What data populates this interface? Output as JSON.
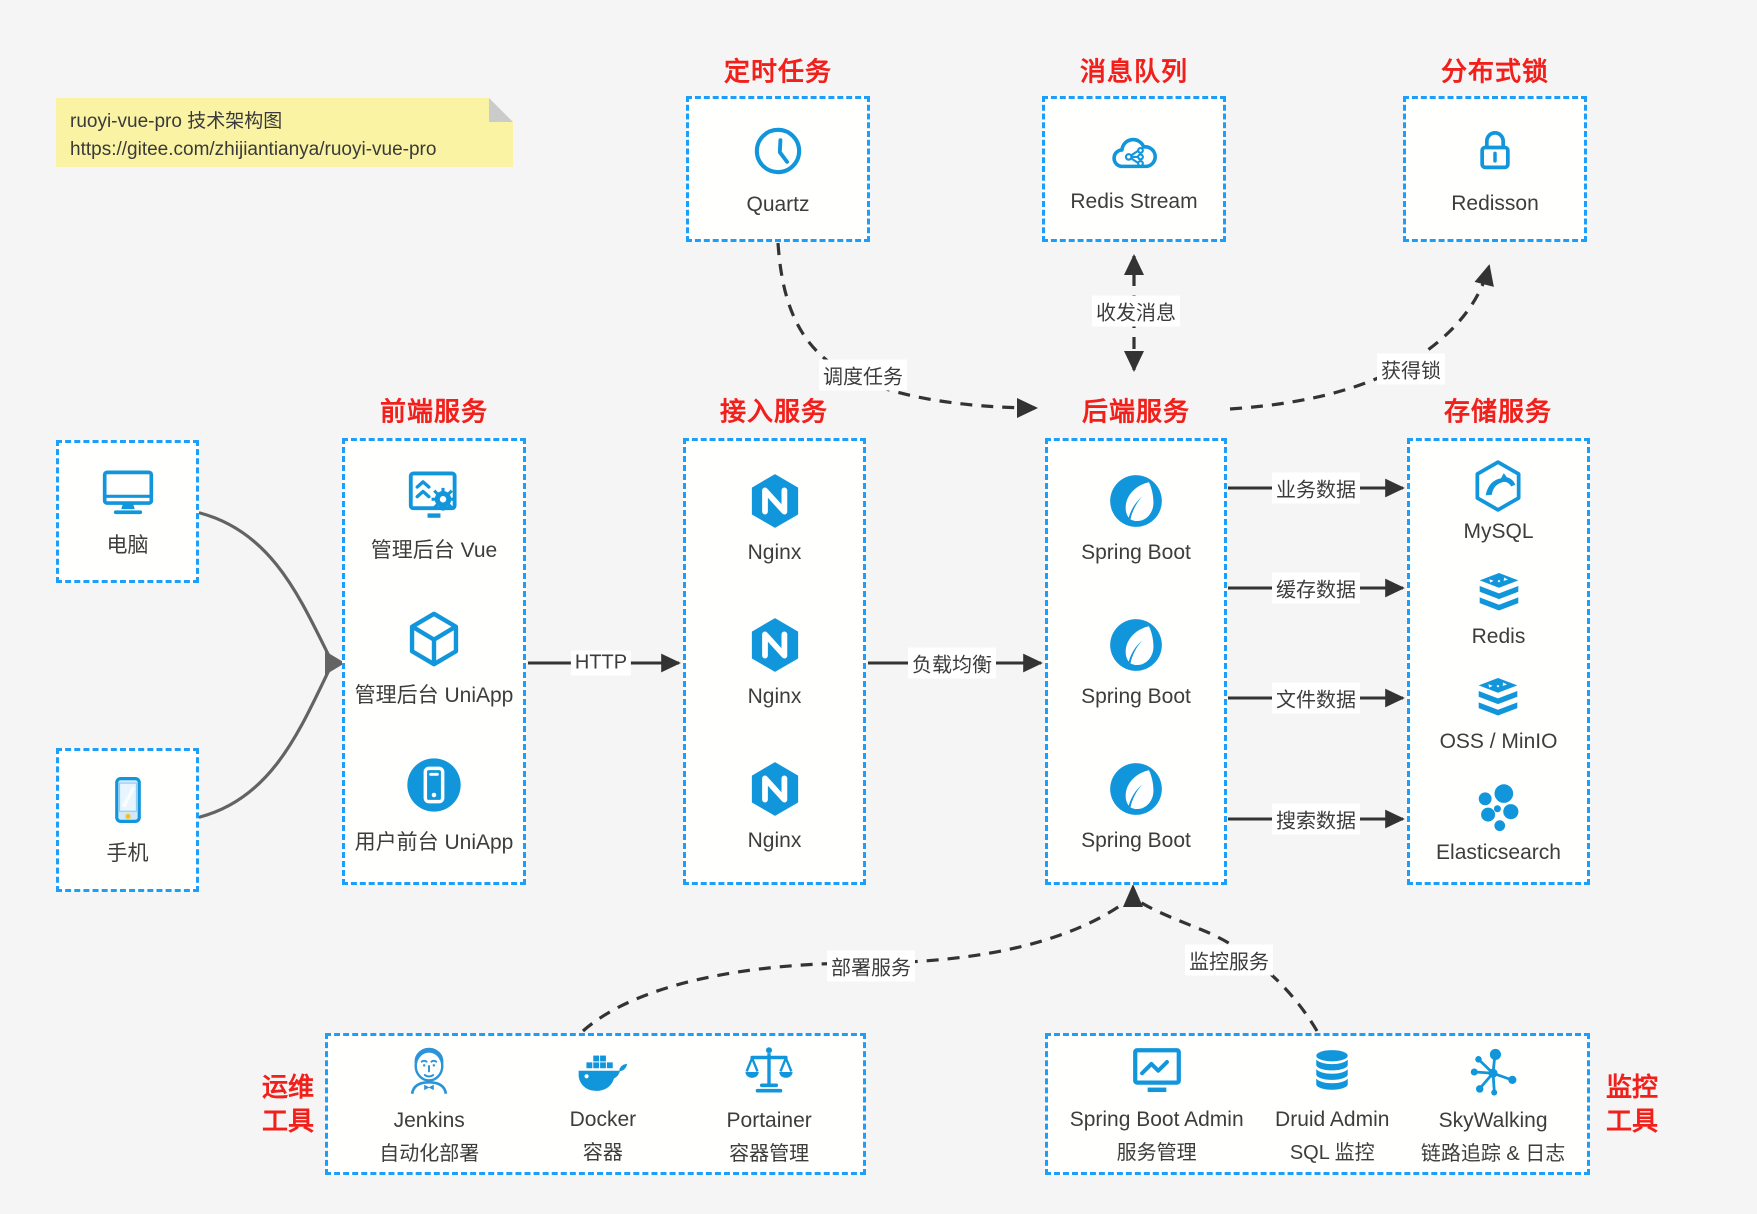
{
  "title_note": {
    "line1": "ruoyi-vue-pro 技术架构图",
    "line2": "https://gitee.com/zhijiantianya/ruoyi-vue-pro"
  },
  "colors": {
    "background": "#f5f5f6",
    "node_border_blue": "#1b9ffb",
    "icon_blue": "#1296db",
    "title_red": "#f1201b",
    "note_yellow": "#faf3a4",
    "edge_dark": "#333333",
    "edge_gray": "#636363"
  },
  "top_groups": [
    {
      "title": "定时任务",
      "item": {
        "icon": "clock-icon",
        "label": "Quartz"
      }
    },
    {
      "title": "消息队列",
      "item": {
        "icon": "cloud-stream-icon",
        "label": "Redis Stream"
      }
    },
    {
      "title": "分布式锁",
      "item": {
        "icon": "padlock-icon",
        "label": "Redisson"
      }
    }
  ],
  "clients": [
    {
      "icon": "computer-icon",
      "label": "电脑"
    },
    {
      "icon": "phone-icon",
      "label": "手机"
    }
  ],
  "columns": [
    {
      "title": "前端服务",
      "items": [
        {
          "icon": "admin-vue-icon",
          "label": "管理后台 Vue"
        },
        {
          "icon": "cube-icon",
          "label": "管理后台 UniApp"
        },
        {
          "icon": "user-app-icon",
          "label": "用户前台 UniApp"
        }
      ]
    },
    {
      "title": "接入服务",
      "items": [
        {
          "icon": "nginx-icon",
          "label": "Nginx"
        },
        {
          "icon": "nginx-icon",
          "label": "Nginx"
        },
        {
          "icon": "nginx-icon",
          "label": "Nginx"
        }
      ]
    },
    {
      "title": "后端服务",
      "items": [
        {
          "icon": "springboot-icon",
          "label": "Spring Boot"
        },
        {
          "icon": "springboot-icon",
          "label": "Spring Boot"
        },
        {
          "icon": "springboot-icon",
          "label": "Spring Boot"
        }
      ]
    },
    {
      "title": "存储服务",
      "items": [
        {
          "icon": "mysql-icon",
          "label": "MySQL"
        },
        {
          "icon": "layers-icon",
          "label": "Redis"
        },
        {
          "icon": "layers-icon",
          "label": "OSS / MinIO"
        },
        {
          "icon": "elasticsearch-icon",
          "label": "Elasticsearch"
        }
      ]
    }
  ],
  "bottom_groups": [
    {
      "side_label": {
        "line1": "运维",
        "line2": "工具"
      },
      "items": [
        {
          "icon": "jenkins-icon",
          "name": "Jenkins",
          "desc": "自动化部署"
        },
        {
          "icon": "docker-icon",
          "name": "Docker",
          "desc": "容器"
        },
        {
          "icon": "portainer-icon",
          "name": "Portainer",
          "desc": "容器管理"
        }
      ]
    },
    {
      "side_label": {
        "line1": "监控",
        "line2": "工具"
      },
      "items": [
        {
          "icon": "sba-icon",
          "name": "Spring Boot Admin",
          "desc": "服务管理"
        },
        {
          "icon": "druid-icon",
          "name": "Druid Admin",
          "desc": "SQL 监控"
        },
        {
          "icon": "skywalking-icon",
          "name": "SkyWalking",
          "desc": "链路追踪 & 日志"
        }
      ]
    }
  ],
  "edge_labels": {
    "http": "HTTP",
    "load_balance": "负载均衡",
    "schedule": "调度任务",
    "messages": "收发消息",
    "lock": "获得锁",
    "business": "业务数据",
    "cache": "缓存数据",
    "file": "文件数据",
    "search": "搜索数据",
    "deploy": "部署服务",
    "monitor": "监控服务"
  }
}
